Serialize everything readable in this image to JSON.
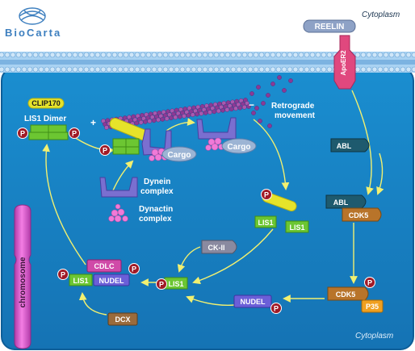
{
  "brand": {
    "logo_text": "BioCarta"
  },
  "compartments": {
    "top_label": "Cytoplasm",
    "bottom_label": "Cytoplasm"
  },
  "receptors": {
    "reelin": "REELIN",
    "apoer2": "ApoER2"
  },
  "labels": {
    "clip170": "CLIP170",
    "lis1_dimer": "LIS1 Dimer",
    "plus": "+",
    "minus": "−",
    "retrograde_line1": "Retrograde",
    "retrograde_line2": "movement",
    "cargo_1": "Cargo",
    "cargo_2": "Cargo",
    "dynein_line1": "Dynein",
    "dynein_line2": "complex",
    "dynactin_line1": "Dynactin",
    "dynactin_line2": "complex",
    "chromosome": "chromosome"
  },
  "proteins": {
    "abl_1": "ABL",
    "abl_2": "ABL",
    "cdk5_1": "CDK5",
    "cdk5_2": "CDK5",
    "p35": "P35",
    "lis1_a": "LIS1",
    "lis1_b": "LIS1",
    "lis1_center": "LIS1",
    "lis1_left": "LIS1",
    "ck2": "CK-II",
    "cdlc": "CDLC",
    "nudel_left": "NUDEL",
    "nudel_bottom": "NUDEL",
    "dcx": "DCX"
  },
  "phospho": {
    "label": "P"
  },
  "colors": {
    "cytoplasm": "#1c7fc2",
    "membrane": "#7fb8e6",
    "arrow": "#f2f070",
    "lis1": "#6cc632",
    "clip170": "#e6e32a",
    "abl": "#1e5a6e",
    "cdk5": "#b8742a",
    "p35": "#f0a020",
    "nudel": "#6b5fd8",
    "cdlc": "#d04aa8",
    "dcx": "#9a6b3c",
    "ck2": "#8a8aa0",
    "chromosome": "#e05ad0",
    "phospho": "#a01a26"
  }
}
